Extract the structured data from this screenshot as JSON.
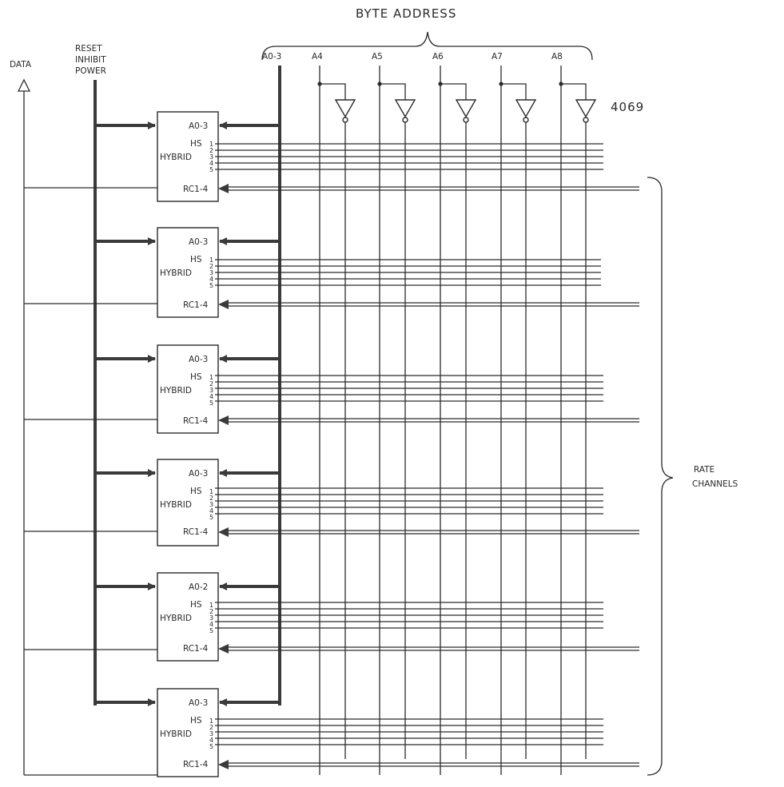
{
  "title": "BYTE ADDRESS",
  "left_labels": {
    "data": "DATA",
    "control": [
      "RESET",
      "INHIBIT",
      "POWER"
    ]
  },
  "address_bus_label": "A0-3",
  "address_lines": [
    "A4",
    "A5",
    "A6",
    "A7",
    "A8"
  ],
  "inverter_part": "4069",
  "right_label": [
    "RATE",
    "CHANNELS"
  ],
  "hybrids": [
    {
      "name": "HYBRID",
      "addr": "A0-3",
      "hs": "HS",
      "hs_pins": [
        "1",
        "2",
        "3",
        "4",
        "5"
      ],
      "rc": "RC1-4"
    },
    {
      "name": "HYBRID",
      "addr": "A0-3",
      "hs": "HS",
      "hs_pins": [
        "1",
        "2",
        "3",
        "4",
        "5"
      ],
      "rc": "RC1-4"
    },
    {
      "name": "HYBRID",
      "addr": "A0-3",
      "hs": "HS",
      "hs_pins": [
        "1",
        "2",
        "3",
        "4",
        "5"
      ],
      "rc": "RC1-4"
    },
    {
      "name": "HYBRID",
      "addr": "A0-3",
      "hs": "HS",
      "hs_pins": [
        "1",
        "2",
        "3",
        "4",
        "5"
      ],
      "rc": "RC1-4"
    },
    {
      "name": "HYBRID",
      "addr": "A0-2",
      "hs": "HS",
      "hs_pins": [
        "1",
        "2",
        "3",
        "4",
        "5"
      ],
      "rc": "RC1-4"
    },
    {
      "name": "HYBRID",
      "addr": "A0-3",
      "hs": "HS",
      "hs_pins": [
        "1",
        "2",
        "3",
        "4",
        "5"
      ],
      "rc": "RC1-4"
    }
  ]
}
